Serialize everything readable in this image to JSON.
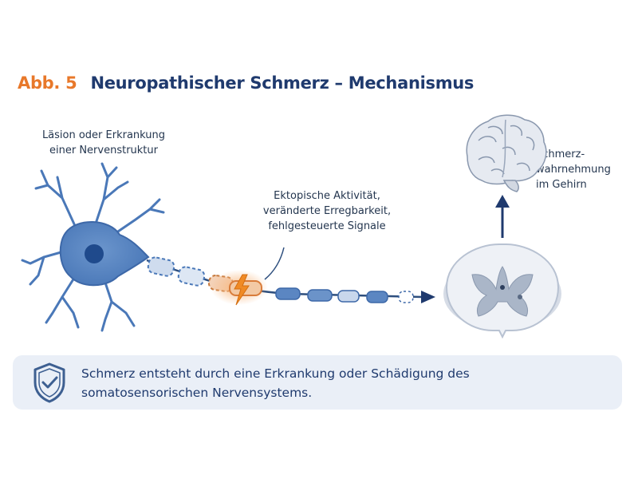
{
  "figure": {
    "label": "Abb. 5",
    "title": "Neuropathischer Schmerz – Mechanismus"
  },
  "captions": {
    "lesion": [
      "Läsion oder Erkrankung",
      "einer Nervenstruktur"
    ],
    "ectopic": [
      "Ektopische Aktivität,",
      "veränderte Erregbarkeit,",
      "fehlgesteuerte Signale"
    ],
    "brain": [
      "Schmerz-",
      "wahrnehmung",
      "im Gehirn"
    ]
  },
  "info": {
    "lines": [
      "Schmerz entsteht durch eine Erkrankung oder Schädigung des",
      "somatosensorischen Nervensystems."
    ],
    "icon": "shield-check-icon"
  },
  "colors": {
    "title_label": "#e8782a",
    "title_text": "#1f3a6e",
    "neuron": "#4a78b8",
    "neuron_light": "#cfdcee",
    "lesion_glow": "#f7b67c",
    "lightning": "#f08a24",
    "spinal_cord": "#e9edf3",
    "grey_matter": "#aab6c8",
    "info_background": "#eaeff7"
  }
}
